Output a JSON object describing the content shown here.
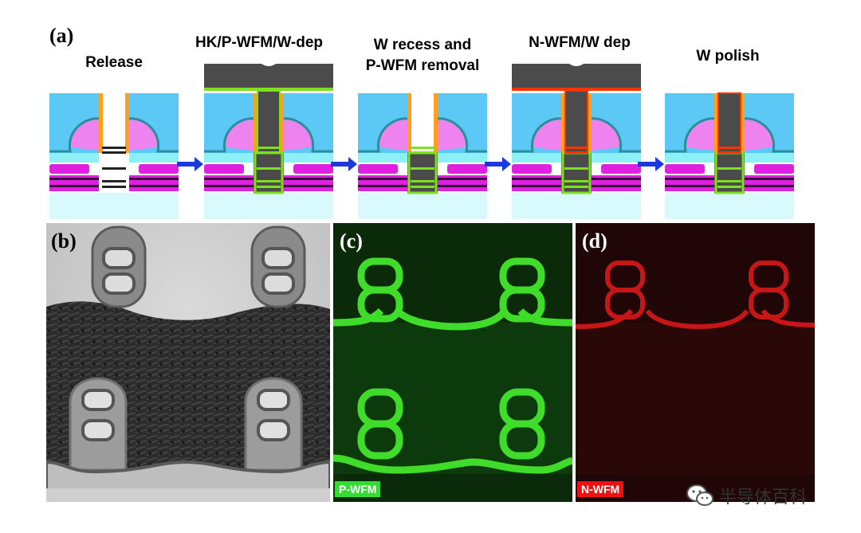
{
  "panel_a": {
    "tag": "(a)",
    "steps": [
      {
        "title": "Release",
        "stage": "release"
      },
      {
        "title": "HK/P-WFM/W-dep",
        "stage": "hk_pwfm_w_dep"
      },
      {
        "title": "W recess and\nP-WFM removal",
        "stage": "recess"
      },
      {
        "title": "N-WFM/W dep",
        "stage": "nwfm_w_dep"
      },
      {
        "title": "W polish",
        "stage": "polish"
      }
    ]
  },
  "panel_b": {
    "tag": "(b)"
  },
  "panel_c": {
    "tag": "(c)",
    "legend": "P-WFM",
    "legend_color": "#33dd33"
  },
  "panel_d": {
    "tag": "(d)",
    "legend": "N-WFM",
    "legend_color": "#ee1111"
  },
  "watermark": {
    "text": "半导体百科",
    "icon": "wechat-icon"
  },
  "colors": {
    "oxide": "#5cc8f5",
    "spacer": "#ee82ee",
    "liner": "#2a8f9a",
    "magenta": "#e020e0",
    "substrate": "#d8fafc",
    "cyan_layer": "#8ef0f7",
    "tungsten": "#4b4b4b",
    "p_wfm": "#7fe020",
    "n_wfm": "#ff3300",
    "orange": "#ff9f1a",
    "arrow": "#1a3ae0"
  }
}
